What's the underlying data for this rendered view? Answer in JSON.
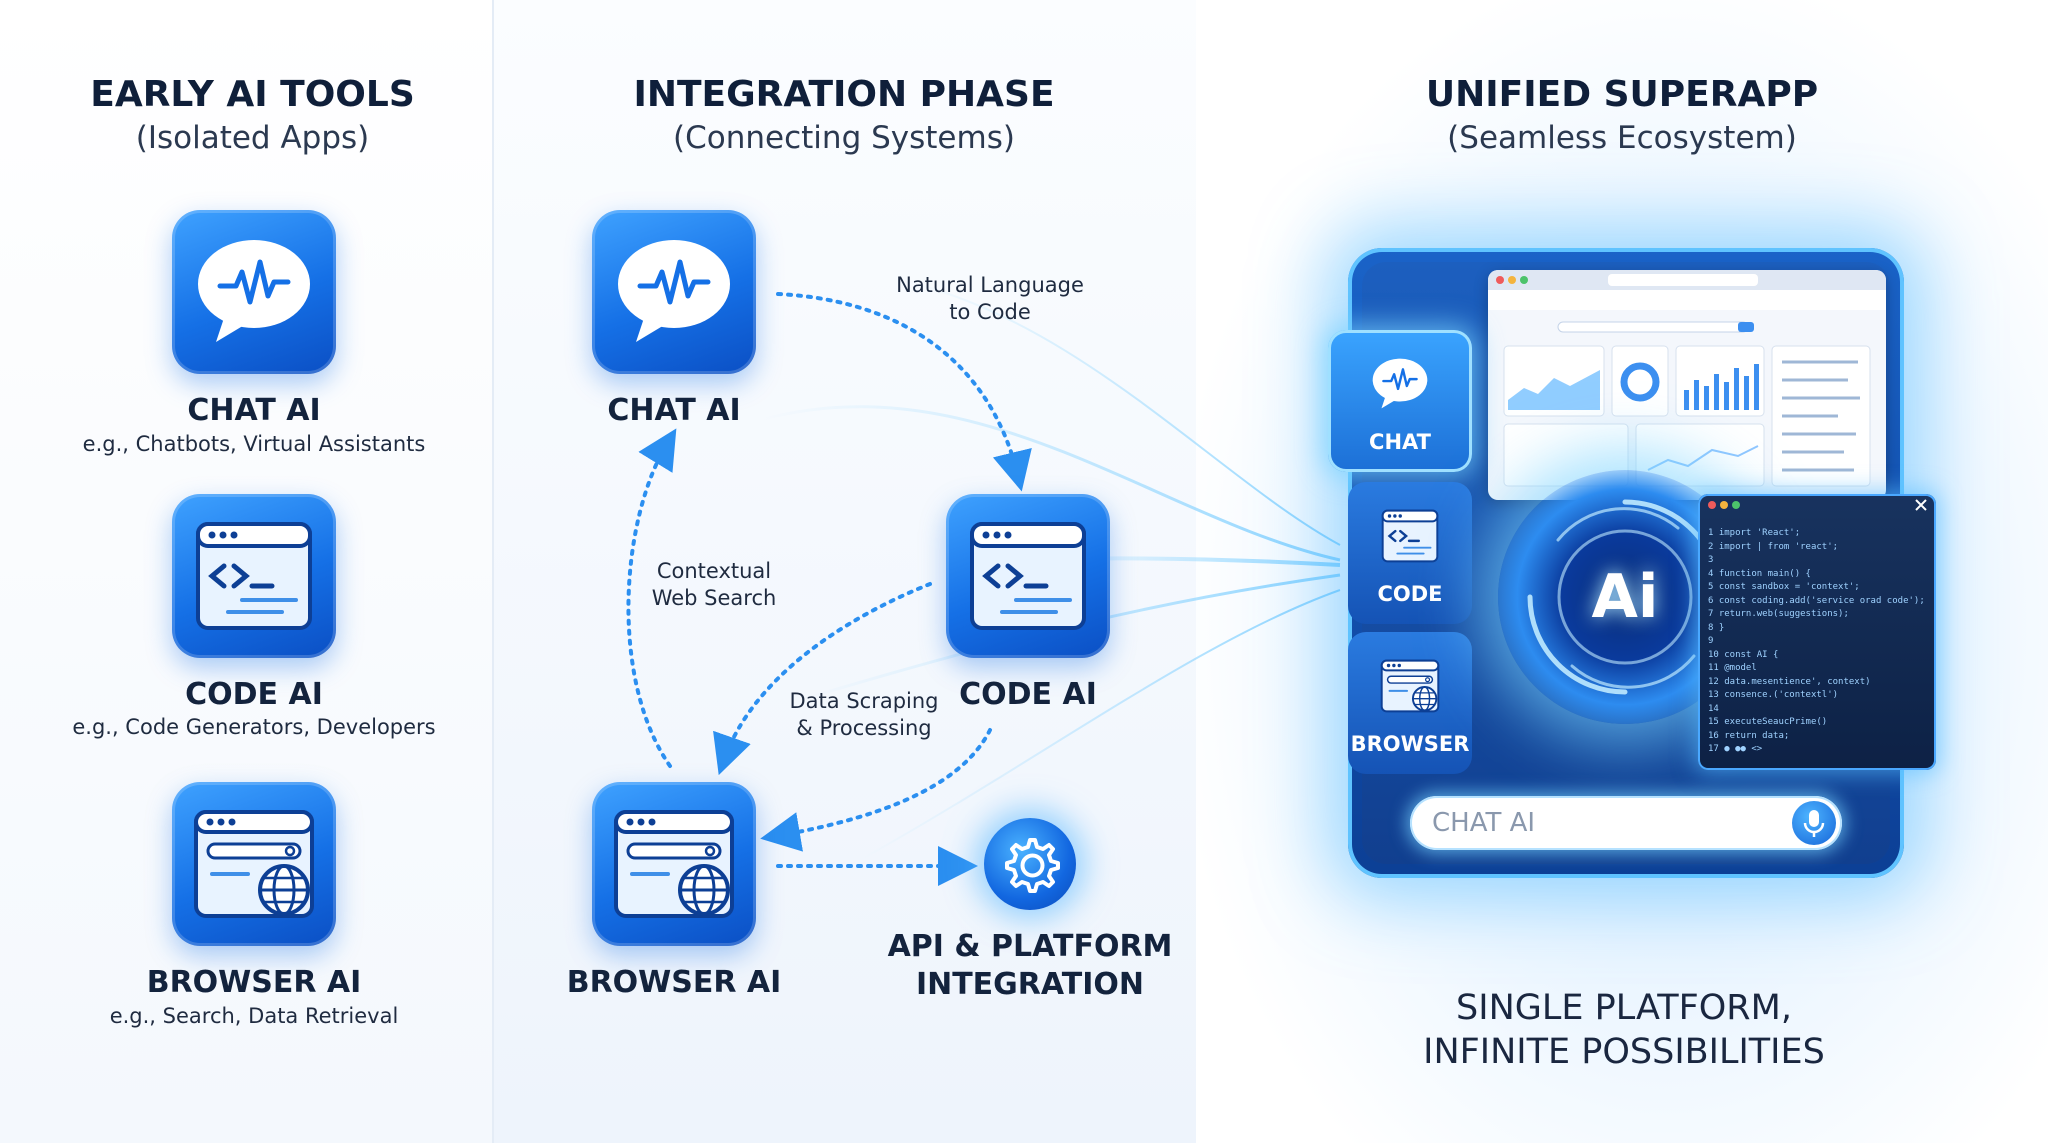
{
  "stages": {
    "early": {
      "title": "EARLY AI TOOLS",
      "subtitle": "(Isolated Apps)"
    },
    "integration": {
      "title": "INTEGRATION PHASE",
      "subtitle": "(Connecting Systems)"
    },
    "unified": {
      "title": "UNIFIED SUPERAPP",
      "subtitle": "(Seamless Ecosystem)"
    }
  },
  "early_apps": [
    {
      "label": "CHAT AI",
      "desc": "e.g., Chatbots, Virtual Assistants",
      "icon": "chat-bubble-icon"
    },
    {
      "label": "CODE AI",
      "desc": "e.g., Code Generators, Developers",
      "icon": "code-window-icon"
    },
    {
      "label": "BROWSER AI",
      "desc": "e.g., Search, Data Retrieval",
      "icon": "browser-globe-icon"
    }
  ],
  "integration": {
    "chat_label": "CHAT AI",
    "code_label": "CODE AI",
    "browser_label": "BROWSER AI",
    "api_title_line1": "API & PLATFORM",
    "api_title_line2": "INTEGRATION",
    "flows": {
      "nl_to_code_1": "Natural Language",
      "nl_to_code_2": "to Code",
      "web_search_1": "Contextual",
      "web_search_2": "Web Search",
      "scraping_1": "Data Scraping",
      "scraping_2": "& Processing"
    }
  },
  "superapp": {
    "tabs": {
      "chat": "CHAT",
      "code": "CODE",
      "browser": "BROWSER"
    },
    "orb_text": "Ai",
    "input_placeholder": "CHAT AI",
    "tagline_1": "SINGLE PLATFORM,",
    "tagline_2": "INFINITE POSSIBILITIES",
    "code_lines": [
      "import 'React';",
      "import | from 'react';",
      "",
      "function main() {",
      "  const sandbox = 'context';",
      "  const coding.add('service orad code');",
      "  return.web(suggestions);",
      "}",
      "",
      "const AI {",
      "  @model",
      "  data.mesentience', context)",
      "  consence.('contextl')",
      "",
      "  executeSeaucPrime()",
      "  return data;",
      "  ● ●● <>"
    ]
  },
  "colors": {
    "accent": "#1570e6",
    "glow": "#5fc3ff",
    "arrow": "#2b8ff0",
    "text": "#13233d"
  }
}
